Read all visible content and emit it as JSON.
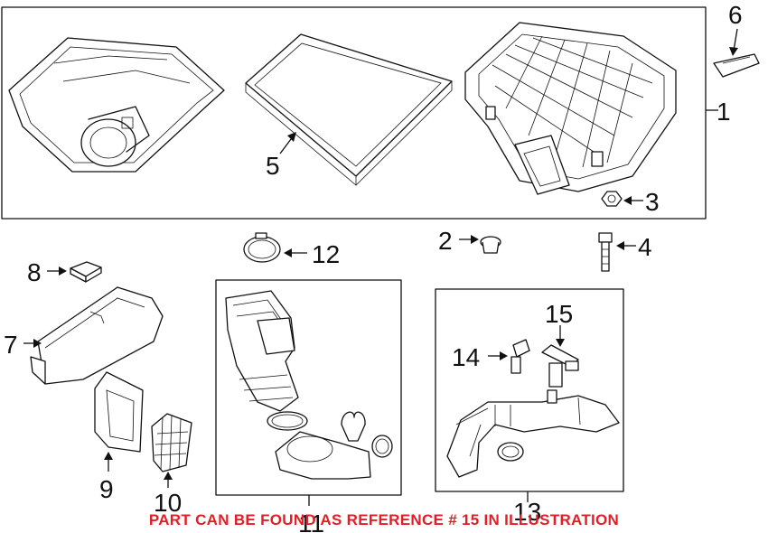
{
  "callouts": {
    "c1": "1",
    "c2": "2",
    "c3": "3",
    "c4": "4",
    "c5": "5",
    "c6": "6",
    "c7": "7",
    "c8": "8",
    "c9": "9",
    "c10": "10",
    "c11": "11",
    "c12": "12",
    "c13": "13",
    "c14": "14",
    "c15": "15"
  },
  "note": "PART CAN BE FOUND AS REFERENCE # 15 IN ILLUSTRATION",
  "colors": {
    "line": "#111111",
    "note": "#e31e24",
    "background": "#ffffff"
  }
}
